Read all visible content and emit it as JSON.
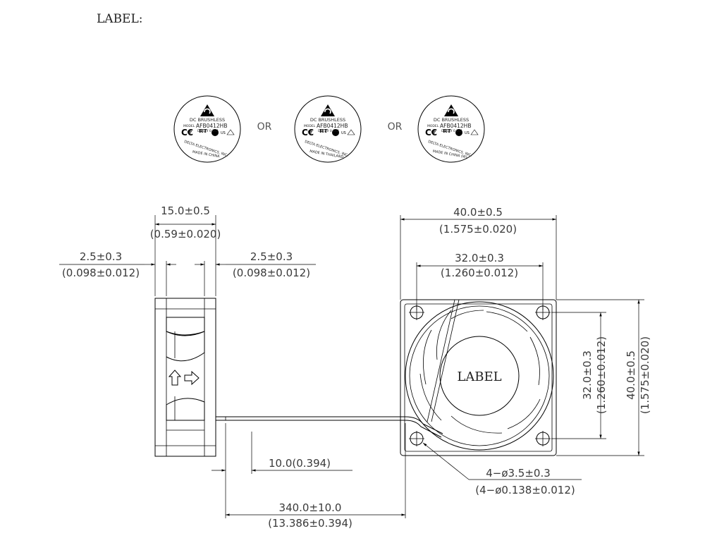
{
  "header": {
    "title": "LABEL:"
  },
  "label_options": {
    "or_text": "OR",
    "labels": [
      {
        "type_line": "DC  BRUSHLESS",
        "model_prefix": "MODEL",
        "model": "AFB0412HB",
        "rating": "DC12V  0.16A",
        "maker": "DELTA ELECTRONICS, INC.",
        "origin": "MADE IN CHINA"
      },
      {
        "type_line": "DC  BRUSHLESS",
        "model_prefix": "MODEL",
        "model": "AFB0412HB",
        "rating": "DC12V  0.16A",
        "maker": "DELTA ELECTRONICS, INC.",
        "origin": "MADE IN THAILAND"
      },
      {
        "type_line": "DC  BRUSHLESS",
        "model_prefix": "MODEL",
        "model": "AFB0412HB",
        "rating": "DC12V  0.16A",
        "maker": "DELTA ELECTRONICS, INC.",
        "origin": "MADE IN CHINA (W)"
      }
    ]
  },
  "side_view": {
    "thickness": {
      "mm": "15.0±0.5",
      "inch": "(0.59±0.020)"
    },
    "flange_left": {
      "mm": "2.5±0.3",
      "inch": "(0.098±0.012)"
    },
    "flange_right": {
      "mm": "2.5±0.3",
      "inch": "(0.098±0.012)"
    },
    "wire_strip": "10.0(0.394)",
    "wire_length": {
      "mm": "340.0±10.0",
      "inch": "(13.386±0.394)"
    }
  },
  "front_view": {
    "hub_label": "LABEL",
    "width": {
      "mm": "40.0±0.5",
      "inch": "(1.575±0.020)"
    },
    "hole_pitch_h": {
      "mm": "32.0±0.3",
      "inch": "(1.260±0.012)"
    },
    "hole_pitch_v": {
      "mm": "32.0±0.3",
      "inch": "(1.260±0.012)"
    },
    "height": {
      "mm": "40.0±0.5",
      "inch": "(1.575±0.020)"
    },
    "holes": {
      "mm": "4−ø3.5±0.3",
      "inch": "(4−ø0.138±0.012)"
    }
  }
}
